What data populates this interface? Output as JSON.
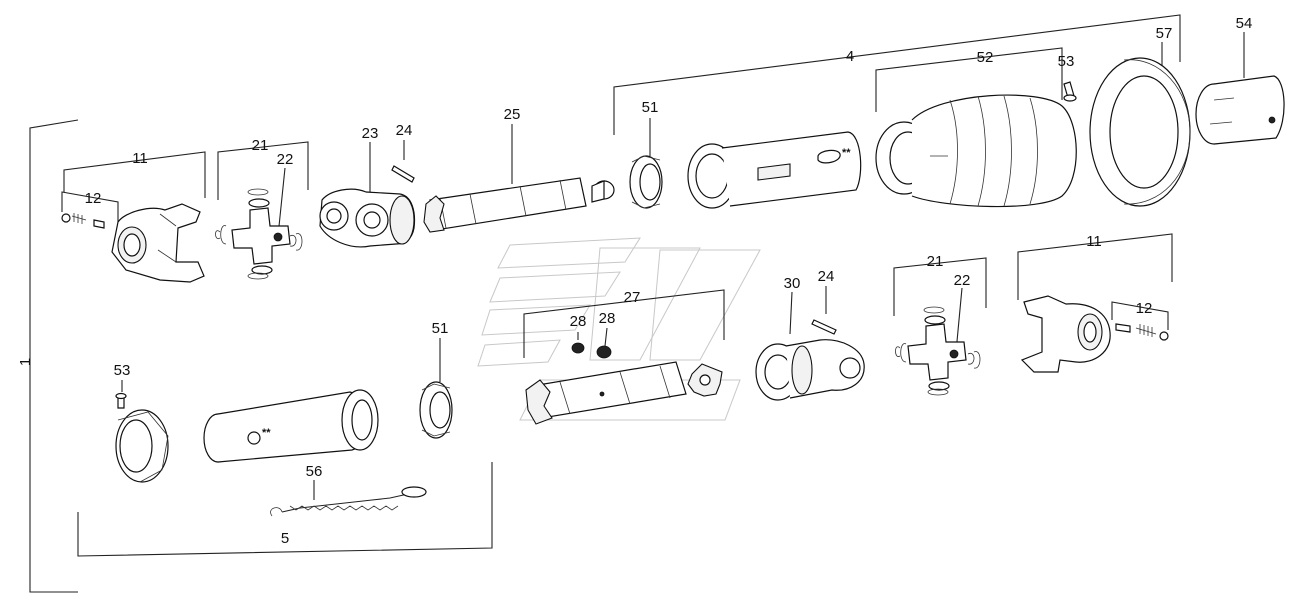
{
  "labels": {
    "l1": "1",
    "l4": "4",
    "l5": "5",
    "l11a": "11",
    "l11b": "11",
    "l12a": "12",
    "l12b": "12",
    "l21a": "21",
    "l21b": "21",
    "l22a": "22",
    "l22b": "22",
    "l23": "23",
    "l24a": "24",
    "l24b": "24",
    "l25": "25",
    "l27": "27",
    "l28a": "28",
    "l28b": "28",
    "l30": "30",
    "l51a": "51",
    "l51b": "51",
    "l52": "52",
    "l53a": "53",
    "l53b": "53",
    "l54": "54",
    "l56": "56",
    "l57": "57"
  },
  "markers": {
    "star_outer_tube": "**",
    "star_inner_tube": "**"
  }
}
